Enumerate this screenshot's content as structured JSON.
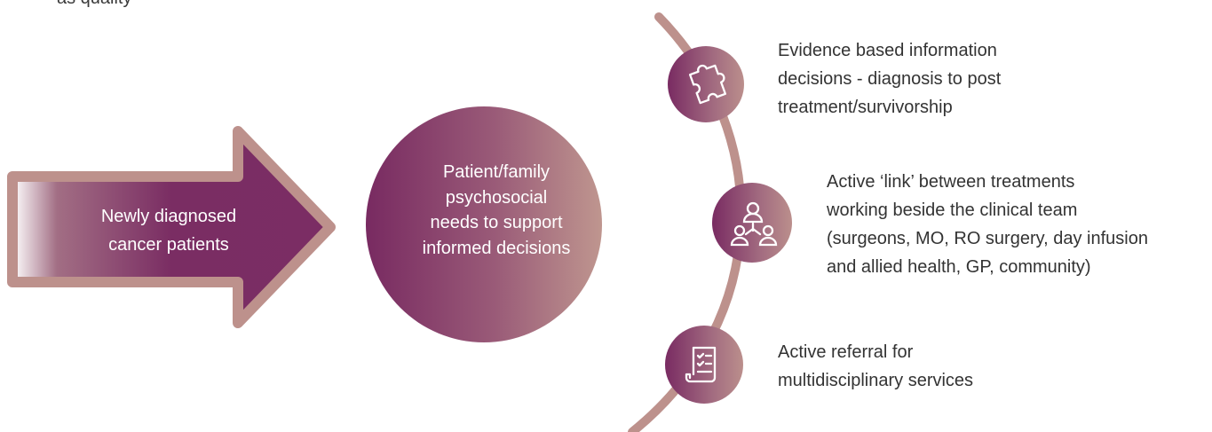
{
  "top_fragment": "as quality",
  "arrow": {
    "lines": [
      "Newly diagnosed",
      "cancer patients"
    ]
  },
  "center_circle": {
    "lines": [
      "Patient/family",
      "psychosocial",
      "needs to support",
      "informed decisions"
    ]
  },
  "items": [
    {
      "icon": "puzzle-piece-icon",
      "lines": [
        "Evidence based information",
        "decisions - diagnosis to post",
        "treatment/survivorship"
      ]
    },
    {
      "icon": "team-network-icon",
      "lines": [
        "Active ‘link’ between treatments",
        "working beside the clinical team",
        "(surgeons, MO, RO surgery, day infusion",
        "and allied health, GP, community)"
      ]
    },
    {
      "icon": "checklist-document-icon",
      "lines": [
        "Active referral for",
        "multidisciplinary services"
      ]
    }
  ],
  "colors": {
    "plum": "#7a2d63",
    "rose": "#bd918c",
    "text": "#333333",
    "white": "#ffffff"
  }
}
